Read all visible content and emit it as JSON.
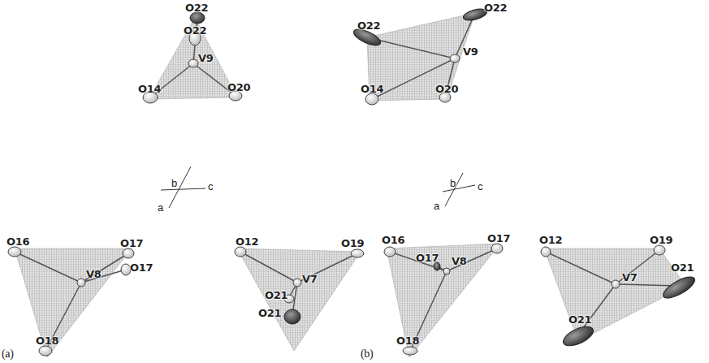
{
  "diagram": {
    "labels": [
      "O22",
      "O22",
      "V9",
      "O14",
      "O20",
      "b",
      "c",
      "a",
      "O16",
      "O17",
      "O17",
      "V8",
      "O18",
      "O12",
      "O19",
      "V7",
      "O21",
      "O21",
      "(a)",
      "O22",
      "O22",
      "V9",
      "O14",
      "O20",
      "b",
      "c",
      "a",
      "O16",
      "O17",
      "O17",
      "V8",
      "O18",
      "O12",
      "O19",
      "V7",
      "O21",
      "O21",
      "(b)"
    ]
  }
}
